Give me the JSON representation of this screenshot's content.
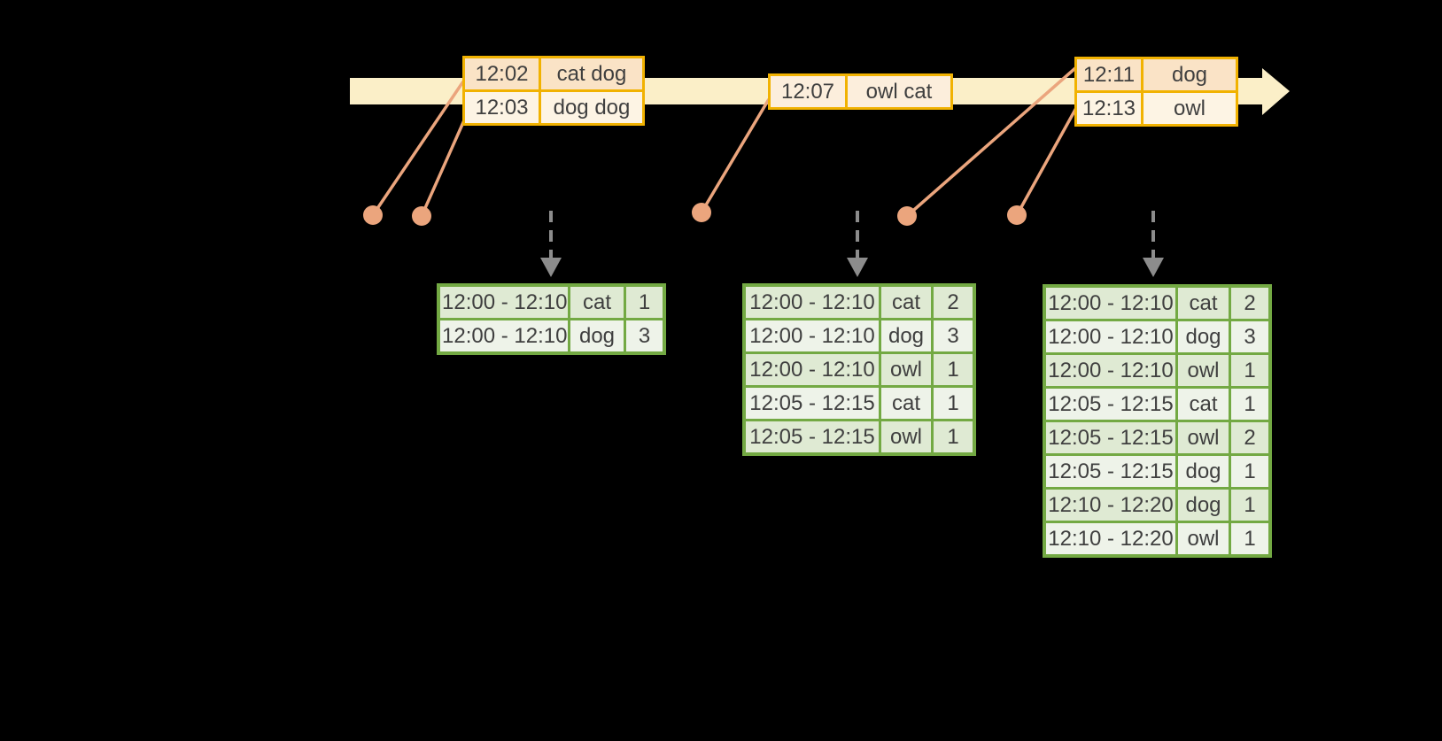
{
  "palette": {
    "background": "#000000",
    "band": "#FBEFC8",
    "event-border": "#F1B201",
    "event-row-dark": "#FAE3C6",
    "event-row-light": "#FDF4E4",
    "event-row-mid": "#FCEEDC",
    "marker": "#EBA57D",
    "trigger": "#8C8C8C",
    "result-border": "#73A943",
    "result-row-dark": "#DFEAD3",
    "result-row-light": "#EEF3E9",
    "text": "#3F3F3F"
  },
  "timeline": {
    "event_tables": [
      {
        "name": "events-1",
        "rows": [
          [
            "12:02",
            "cat dog"
          ],
          [
            "12:03",
            "dog dog"
          ]
        ]
      },
      {
        "name": "events-2",
        "rows": [
          [
            "12:07",
            "owl cat"
          ]
        ]
      },
      {
        "name": "events-3",
        "rows": [
          [
            "12:11",
            "dog"
          ],
          [
            "12:13",
            "owl"
          ]
        ]
      }
    ]
  },
  "results": {
    "tables": [
      {
        "name": "result-1",
        "rows": [
          [
            "12:00 - 12:10",
            "cat",
            "1"
          ],
          [
            "12:00 - 12:10",
            "dog",
            "3"
          ]
        ]
      },
      {
        "name": "result-2",
        "rows": [
          [
            "12:00 - 12:10",
            "cat",
            "2"
          ],
          [
            "12:00 - 12:10",
            "dog",
            "3"
          ],
          [
            "12:00 - 12:10",
            "owl",
            "1"
          ],
          [
            "12:05 - 12:15",
            "cat",
            "1"
          ],
          [
            "12:05 - 12:15",
            "owl",
            "1"
          ]
        ]
      },
      {
        "name": "result-3",
        "rows": [
          [
            "12:00 - 12:10",
            "cat",
            "2"
          ],
          [
            "12:00 - 12:10",
            "dog",
            "3"
          ],
          [
            "12:00 - 12:10",
            "owl",
            "1"
          ],
          [
            "12:05 - 12:15",
            "cat",
            "1"
          ],
          [
            "12:05 - 12:15",
            "owl",
            "2"
          ],
          [
            "12:05 - 12:15",
            "dog",
            "1"
          ],
          [
            "12:10 - 12:20",
            "dog",
            "1"
          ],
          [
            "12:10 - 12:20",
            "owl",
            "1"
          ]
        ]
      }
    ]
  }
}
